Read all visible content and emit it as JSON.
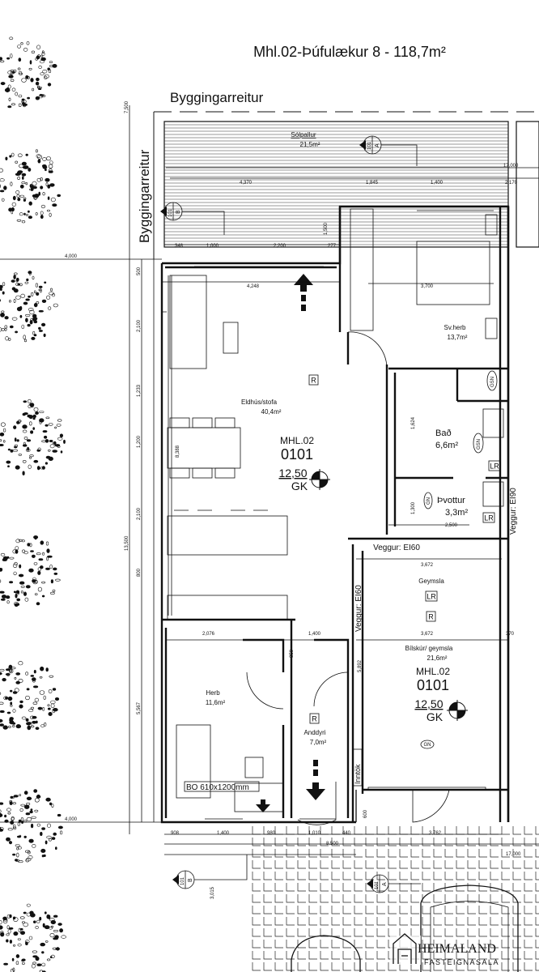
{
  "title": "Mhl.02-Þúfulækur 8 - 118,7m²",
  "building_boundary_label": "Byggingarreitur",
  "rooms": [
    {
      "name": "Sólpallur",
      "area": "21,5m²"
    },
    {
      "name": "Sv.herb",
      "area": "13,7m²"
    },
    {
      "name": "Eldhús/stofa",
      "area": "40,4m²"
    },
    {
      "name": "Bað",
      "area": "6,6m²"
    },
    {
      "name": "Þvottur",
      "area": "3,3m²"
    },
    {
      "name": "Geymsla",
      "area": ""
    },
    {
      "name": "Bílskúr/ geymsla",
      "area": "21,6m²"
    },
    {
      "name": "Herb",
      "area": "11,6m²"
    },
    {
      "name": "Anddyri",
      "area": "7,0m²"
    }
  ],
  "unit_tags": [
    {
      "unit": "MHL.02",
      "number": "0101",
      "level": "12,50",
      "code": "GK"
    },
    {
      "unit": "MHL.02",
      "number": "0101",
      "level": "12,50",
      "code": "GK"
    }
  ],
  "wall_labels": {
    "ei60_a": "Veggur: EI60",
    "ei60_b": "Veggur: EI60",
    "ei90": "Veggur: EI90"
  },
  "symbols": {
    "r": "R",
    "lr": "LR",
    "gsn": "GSN",
    "gn": "GN",
    "inntok": "Inntök",
    "bo": "BO 610x1200mm"
  },
  "section_markers": [
    {
      "num": "101",
      "letter": "A"
    },
    {
      "num": "101",
      "letter": "B"
    }
  ],
  "dimensions": {
    "d7500": "7,500",
    "d4000a": "4,000",
    "d4000b": "4,000",
    "d500": "500",
    "d2100a": "2,100",
    "d1233": "1,233",
    "d1200": "1,200",
    "d2100b": "2,100",
    "d800": "800",
    "d13500": "13,500",
    "d5567": "5,567",
    "d8388": "8,388",
    "d4248": "4,248",
    "d4370": "4,370",
    "d1845": "1,845",
    "d1400a": "1,400",
    "d17000a": "17,000",
    "d2170": "2,170",
    "d1500": "1,500",
    "d348": "348",
    "d1000": "1,000",
    "d2200": "2,200",
    "d277": "277",
    "d3700": "3,700",
    "d1624": "1,624",
    "d1300": "1,300",
    "d2500": "2,500",
    "d3672a": "3,672",
    "d3672b": "3,672",
    "d370": "370",
    "d2076": "2,076",
    "d1400b": "1,400",
    "d850": "850",
    "d5892": "5,892",
    "d908": "908",
    "d1400c": "1,400",
    "d980": "980",
    "d1010": "1,010",
    "d440": "440",
    "d3762": "3,762",
    "d8500": "8,500",
    "d17000b": "17,000",
    "d3015": "3,015",
    "d600": "600"
  },
  "logo": {
    "name": "HEIMALAND",
    "sub": "FASTEIGNASALA"
  }
}
